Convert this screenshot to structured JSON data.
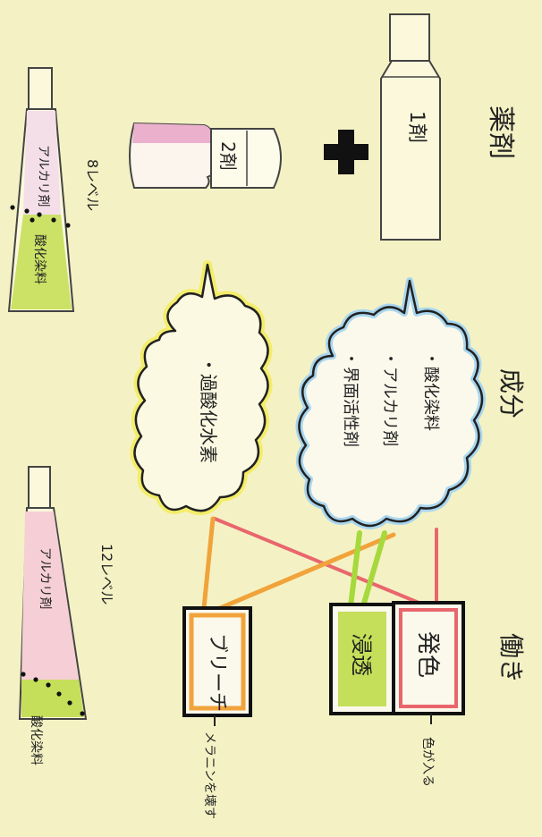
{
  "headings": {
    "chemicals": "薬剤",
    "ingredients": "成分",
    "action": "働き"
  },
  "agent1": {
    "label": "1剤"
  },
  "agent2": {
    "label": "2剤"
  },
  "plus": "+",
  "ingredient_cloud": {
    "items": [
      "・酸化染料",
      "・アルカリ剤",
      "・界面活性剤"
    ]
  },
  "oxidizer_cloud": {
    "items": [
      "・過酸化水素"
    ]
  },
  "actions": {
    "color": {
      "label": "発色",
      "note": "色が入る"
    },
    "penetrate": {
      "label": "浸透"
    },
    "bleach": {
      "label": "ブリーチ",
      "note": "メラニンを壊す"
    }
  },
  "tube_8": {
    "level": "8レベル",
    "upper": "アルカリ剤",
    "lower": "酸化染料"
  },
  "tube_12": {
    "level": "12レベル",
    "upper": "アルカリ剤",
    "lower": "酸化染料"
  },
  "colors": {
    "paper": "#f4f2c4",
    "pink": "#e9a5c5",
    "light_pink": "#f5cfd5",
    "lime": "#c5df5a",
    "yellow": "#f3ed6a",
    "blue_outline": "#a9d6ee",
    "orange": "#f1a33b",
    "red": "#e9666d",
    "green": "#a6d93c"
  }
}
